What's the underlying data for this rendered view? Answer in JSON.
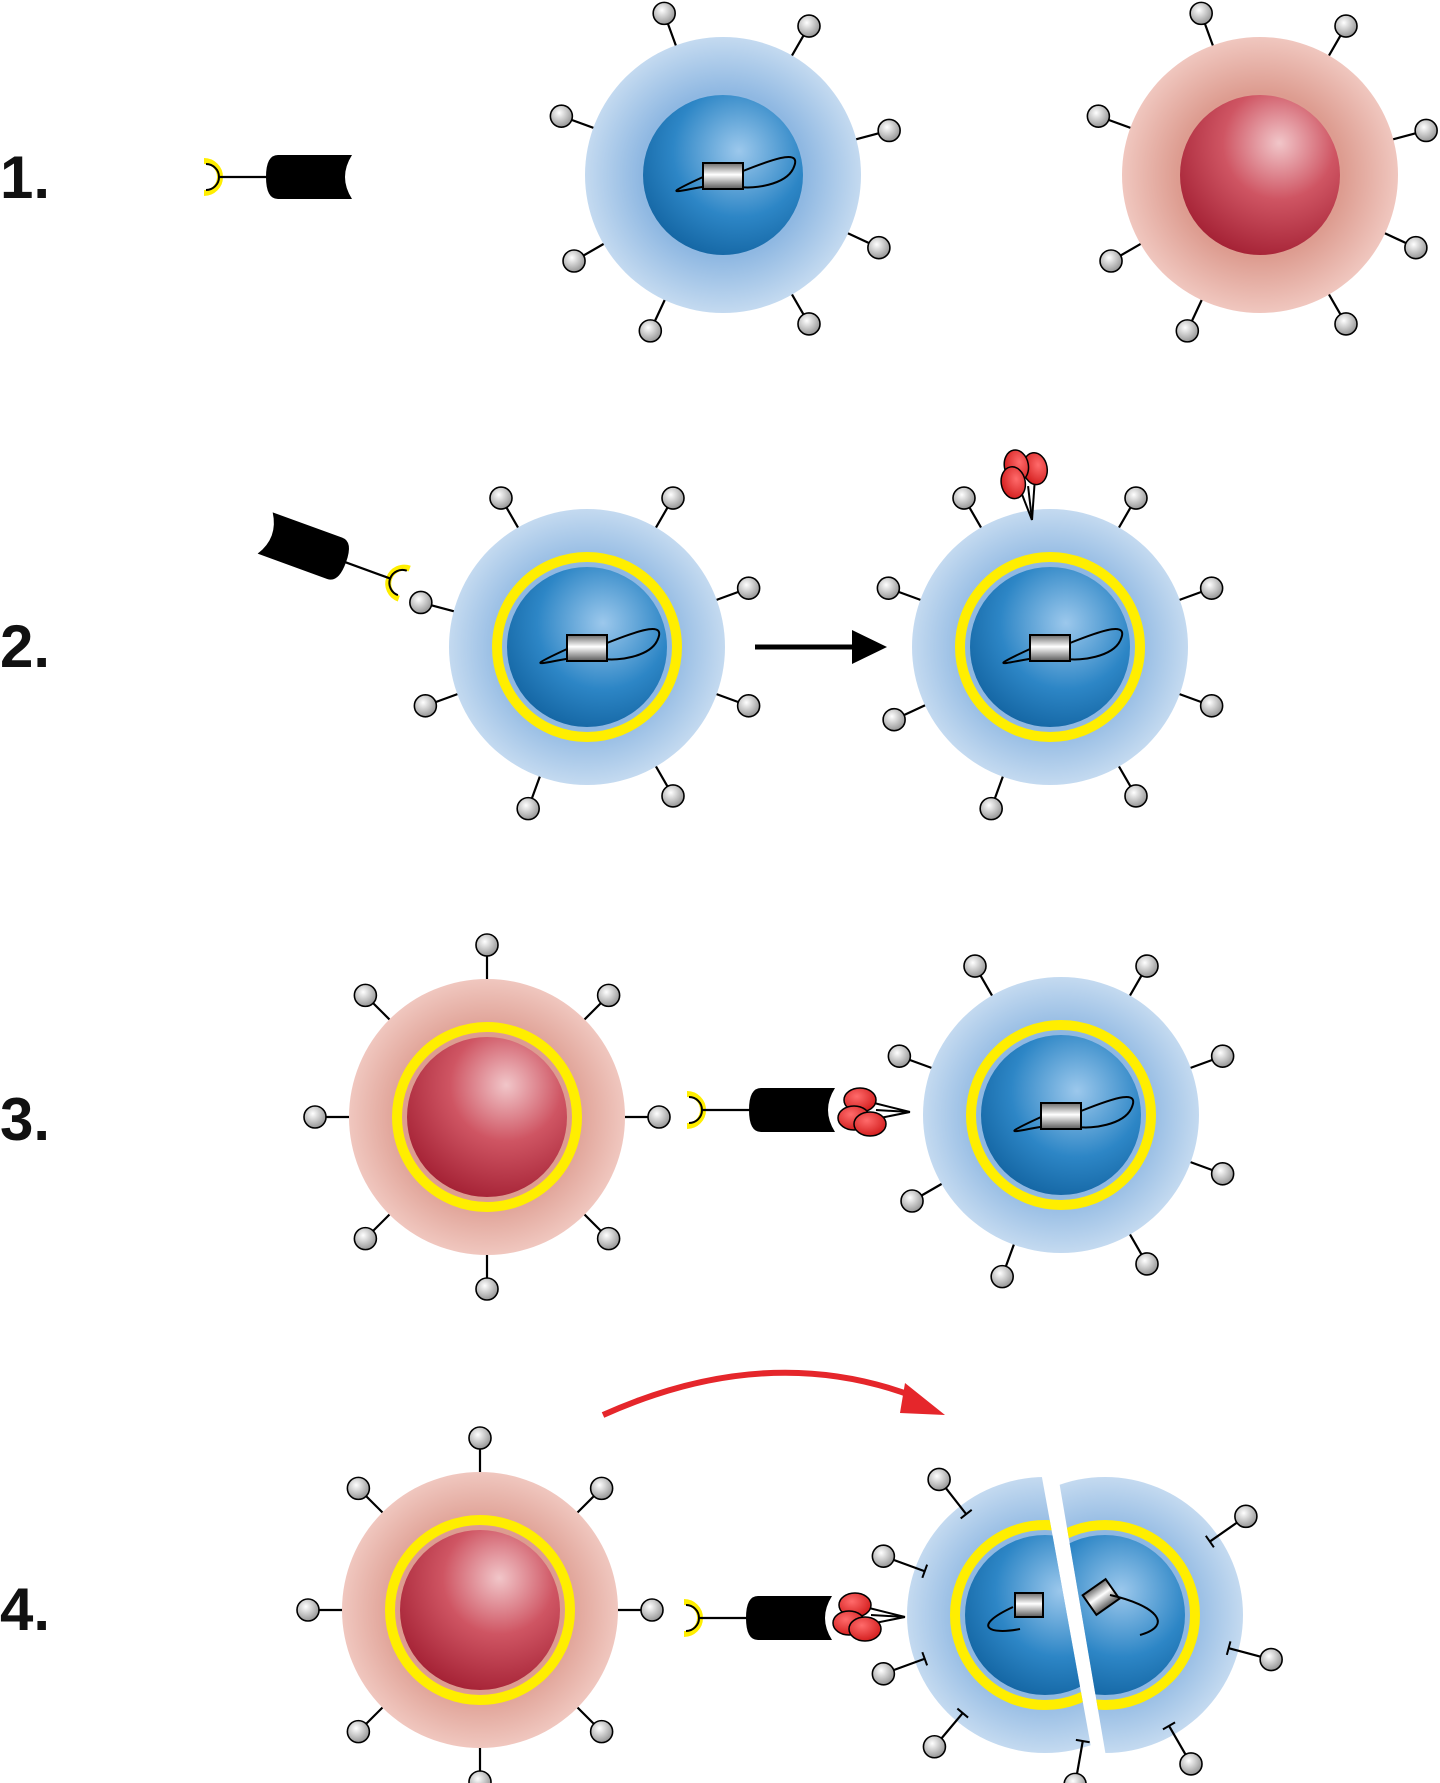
{
  "steps": [
    {
      "label": "1."
    },
    {
      "label": "2."
    },
    {
      "label": "3."
    },
    {
      "label": "4."
    }
  ],
  "colors": {
    "cell_outer_blue": "#a9c8e8",
    "cell_inner_blue": "#1f7fbf",
    "cell_outer_red": "#e2aca2",
    "cell_inner_red": "#b22a3d",
    "ring_yellow": "#ffee00",
    "antibody_black": "#000000",
    "release_red": "#e5262b",
    "arrow_black": "#000000",
    "arrow_red": "#e5262b",
    "receptor_knob": "#cccccc"
  },
  "icons": [
    "antibody-icon",
    "receptor-icon",
    "dna-plasmid-icon",
    "protein-cluster-icon",
    "arrow-icon"
  ]
}
